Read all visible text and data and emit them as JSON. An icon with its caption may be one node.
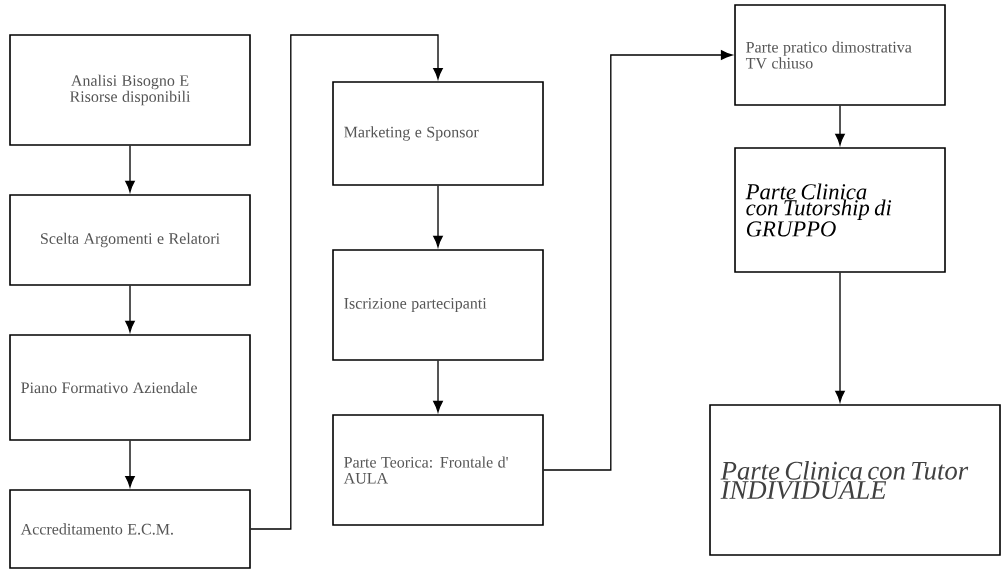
{
  "diagram": {
    "nodes": [
      {
        "text": [
          "Analisi Bisogno E Risorse disponibili"
        ]
      },
      {
        "text": [
          "Scelta Argomenti e Relatori"
        ]
      },
      {
        "text": [
          "Piano Formativo Aziendale"
        ]
      },
      {
        "text": [
          "Accreditamento E.C.M."
        ]
      },
      {
        "text": [
          "Marketing e Sponsor"
        ]
      },
      {
        "text": [
          "Iscrizione partecipanti"
        ]
      },
      {
        "text": [
          "Parte Teorica: Frontale d' AULA"
        ]
      },
      {
        "text": [
          "Parte pratico dimostrativa TV chiuso"
        ]
      },
      {
        "text": [
          "Parte Clinica con Tutorship di GRUPPO"
        ]
      },
      {
        "text": [
          "Parte Clinica con Tutor INDIVIDUALE"
        ]
      }
    ],
    "edges": [
      {
        "from": 0,
        "to": 1,
        "arrow": "to"
      },
      {
        "from": 1,
        "to": 2,
        "arrow": "to"
      },
      {
        "from": 2,
        "to": 3,
        "arrow": "to"
      },
      {
        "from": 3,
        "to": 4,
        "arrow": "to"
      },
      {
        "from": 4,
        "to": 5,
        "arrow": "to"
      },
      {
        "from": 5,
        "to": 6,
        "arrow": "to"
      },
      {
        "from": 6,
        "to": 7,
        "arrow": "to"
      },
      {
        "from": 7,
        "to": 8,
        "arrow": "to"
      },
      {
        "from": 8,
        "to": 9,
        "arrow": "to"
      }
    ]
  }
}
